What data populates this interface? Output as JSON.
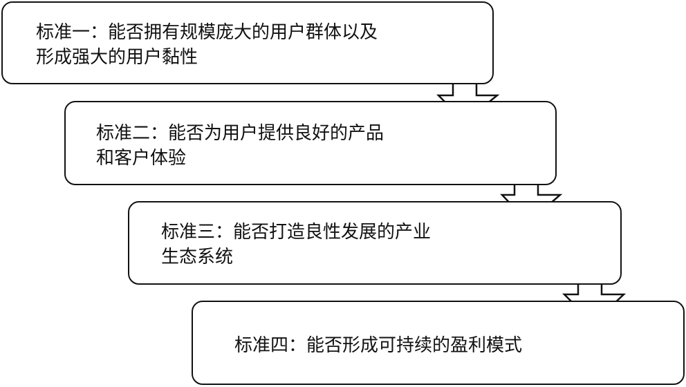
{
  "diagram": {
    "steps": [
      {
        "line1": "标准一：能否拥有规模庞大的用户群体以及",
        "line2": "形成强大的用户黏性"
      },
      {
        "line1": "标准二：能否为用户提供良好的产品",
        "line2": "和客户体验"
      },
      {
        "line1": "标准三：能否打造良性发展的产业",
        "line2": "生态系统"
      },
      {
        "line1": "标准四：能否形成可持续的盈利模式",
        "line2": ""
      }
    ]
  }
}
